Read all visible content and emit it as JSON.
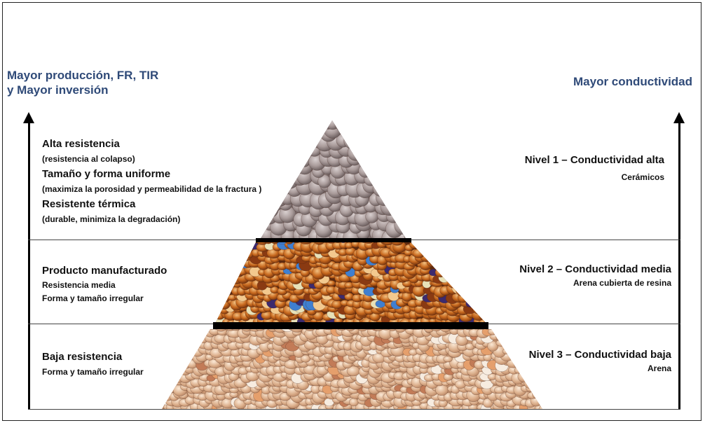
{
  "left_axis": {
    "label_line1": "Mayor producción, FR, TIR",
    "label_line2": "y Mayor inversión"
  },
  "right_axis": {
    "label": "Mayor conductividad"
  },
  "levels": [
    {
      "id": "top",
      "left": {
        "lines": [
          {
            "text": "Alta resistencia",
            "style": "bold"
          },
          {
            "text": "(resistencia al colapso)",
            "style": "small"
          },
          {
            "text": "Tamaño y forma uniforme",
            "style": "bold"
          },
          {
            "text": "(maximiza la porosidad  y permeabilidad de la fractura )",
            "style": "small"
          },
          {
            "text": "Resistente térmica",
            "style": "bold"
          },
          {
            "text": "(durable, minimiza la degradación)",
            "style": "small"
          }
        ]
      },
      "right": {
        "title": "Nivel 1 – Conductividad alta",
        "subtitle": "Cerámicos"
      },
      "texture": "ceramic-beads"
    },
    {
      "id": "middle",
      "left": {
        "lines": [
          {
            "text": "Producto manufacturado",
            "style": "bold"
          },
          {
            "text": "Resistencia media",
            "style": "small"
          },
          {
            "text": "Forma y tamaño irregular",
            "style": "small"
          }
        ]
      },
      "right": {
        "title": "Nivel 2 – Conductividad  media",
        "subtitle": "Arena cubierta de resina"
      },
      "texture": "resin-coated-sand"
    },
    {
      "id": "bottom",
      "left": {
        "lines": [
          {
            "text": "Baja resistencia",
            "style": "bold"
          },
          {
            "text": "Forma y tamaño irregular",
            "style": "small"
          }
        ]
      },
      "right": {
        "title": "Nivel  3 – Conductividad  baja",
        "subtitle": "Arena"
      },
      "texture": "sand"
    }
  ],
  "colors": {
    "heading": "#2f4a78",
    "ceramic": "#a79a98",
    "resin": "#c0641e",
    "sand": "#dcb08e"
  }
}
